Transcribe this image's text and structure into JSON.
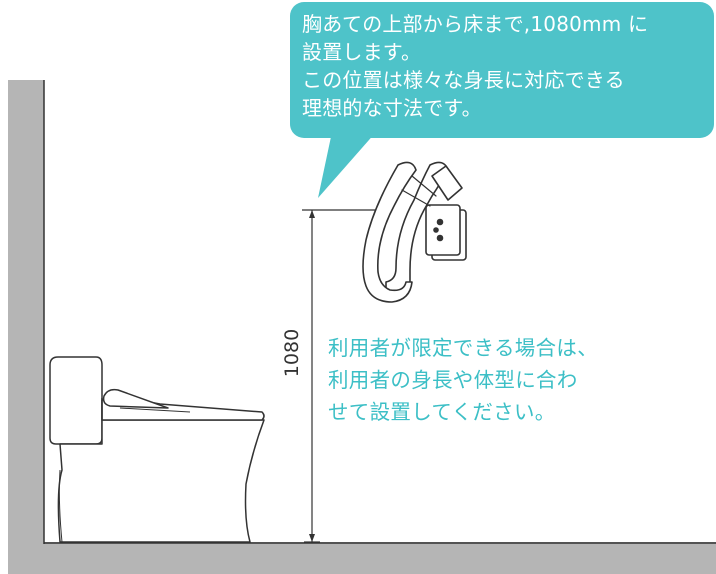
{
  "callout": {
    "lines": [
      "胸あての上部から床まで,1080mm に",
      "設置します。",
      "この位置は様々な身長に対応できる",
      "理想的な寸法です。"
    ]
  },
  "dimension": {
    "label": "1080"
  },
  "note": {
    "lines": [
      "利用者が限定できる場合は、",
      "利用者の身長や体型に合わ",
      "せて設置してください。"
    ]
  },
  "colors": {
    "accent": "#4ec3c9",
    "wall": "#b5b5b5",
    "line": "#333333"
  }
}
